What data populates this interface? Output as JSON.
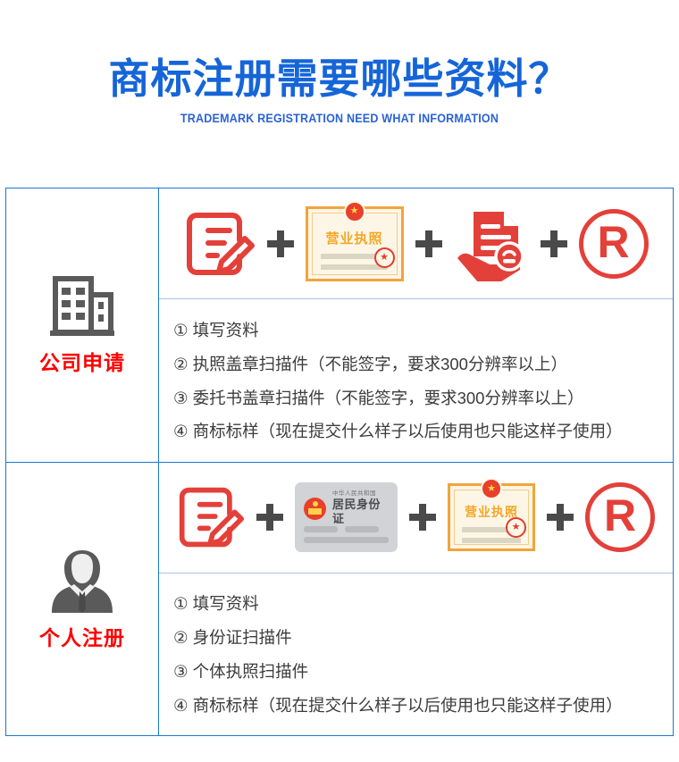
{
  "header": {
    "title": "商标注册需要哪些资料？",
    "subtitle": "TRADEMARK REGISTRATION NEED WHAT INFORMATION",
    "title_color": "#1565d8",
    "subtitle_color": "#2a62d6"
  },
  "colors": {
    "border_blue": "#1976d2",
    "inner_divider_blue": "#a9c6e8",
    "label_red": "#ff0000",
    "icon_red": "#e4403a",
    "icon_gray": "#5a5a5a",
    "plus_gray": "#4a4a4a",
    "license_orange": "#f3a33c",
    "license_bg": "#fdf6e6",
    "idcard_gray": "#d2d3d6"
  },
  "rows": [
    {
      "actor": {
        "label": "公司申请",
        "icon": "office-building-icon"
      },
      "icons": [
        {
          "name": "document-pencil-icon",
          "type": "doc-pencil",
          "label": ""
        },
        {
          "name": "business-license-icon",
          "type": "license",
          "title": "营业执照",
          "emblem": "★"
        },
        {
          "name": "hand-holding-stamped-document-icon",
          "type": "hand-doc",
          "label": ""
        },
        {
          "name": "registered-trademark-icon",
          "type": "rmark",
          "label": "R"
        }
      ],
      "separators": [
        "+",
        "+",
        "+"
      ],
      "items": [
        {
          "num": "①",
          "text": "填写资料"
        },
        {
          "num": "②",
          "text": "执照盖章扫描件（不能签字，要求300分辨率以上）"
        },
        {
          "num": "③",
          "text": "委托书盖章扫描件（不能签字，要求300分辨率以上）"
        },
        {
          "num": "④",
          "text": "商标标样（现在提交什么样子以后使用也只能这样子使用）"
        }
      ]
    },
    {
      "actor": {
        "label": "个人注册",
        "icon": "person-businessman-icon"
      },
      "icons": [
        {
          "name": "document-pencil-icon",
          "type": "doc-pencil",
          "label": ""
        },
        {
          "name": "id-card-icon",
          "type": "idcard",
          "nation": "中华人民共和国",
          "title": "居民身份证"
        },
        {
          "name": "business-license-icon",
          "type": "license",
          "title": "营业执照",
          "emblem": "★"
        },
        {
          "name": "registered-trademark-icon",
          "type": "rmark",
          "label": "R"
        }
      ],
      "separators": [
        "+",
        "+",
        "+"
      ],
      "items": [
        {
          "num": "①",
          "text": "填写资料"
        },
        {
          "num": "②",
          "text": "身份证扫描件"
        },
        {
          "num": "③",
          "text": "个体执照扫描件"
        },
        {
          "num": "④",
          "text": "商标标样（现在提交什么样子以后使用也只能这样子使用）"
        }
      ]
    }
  ]
}
